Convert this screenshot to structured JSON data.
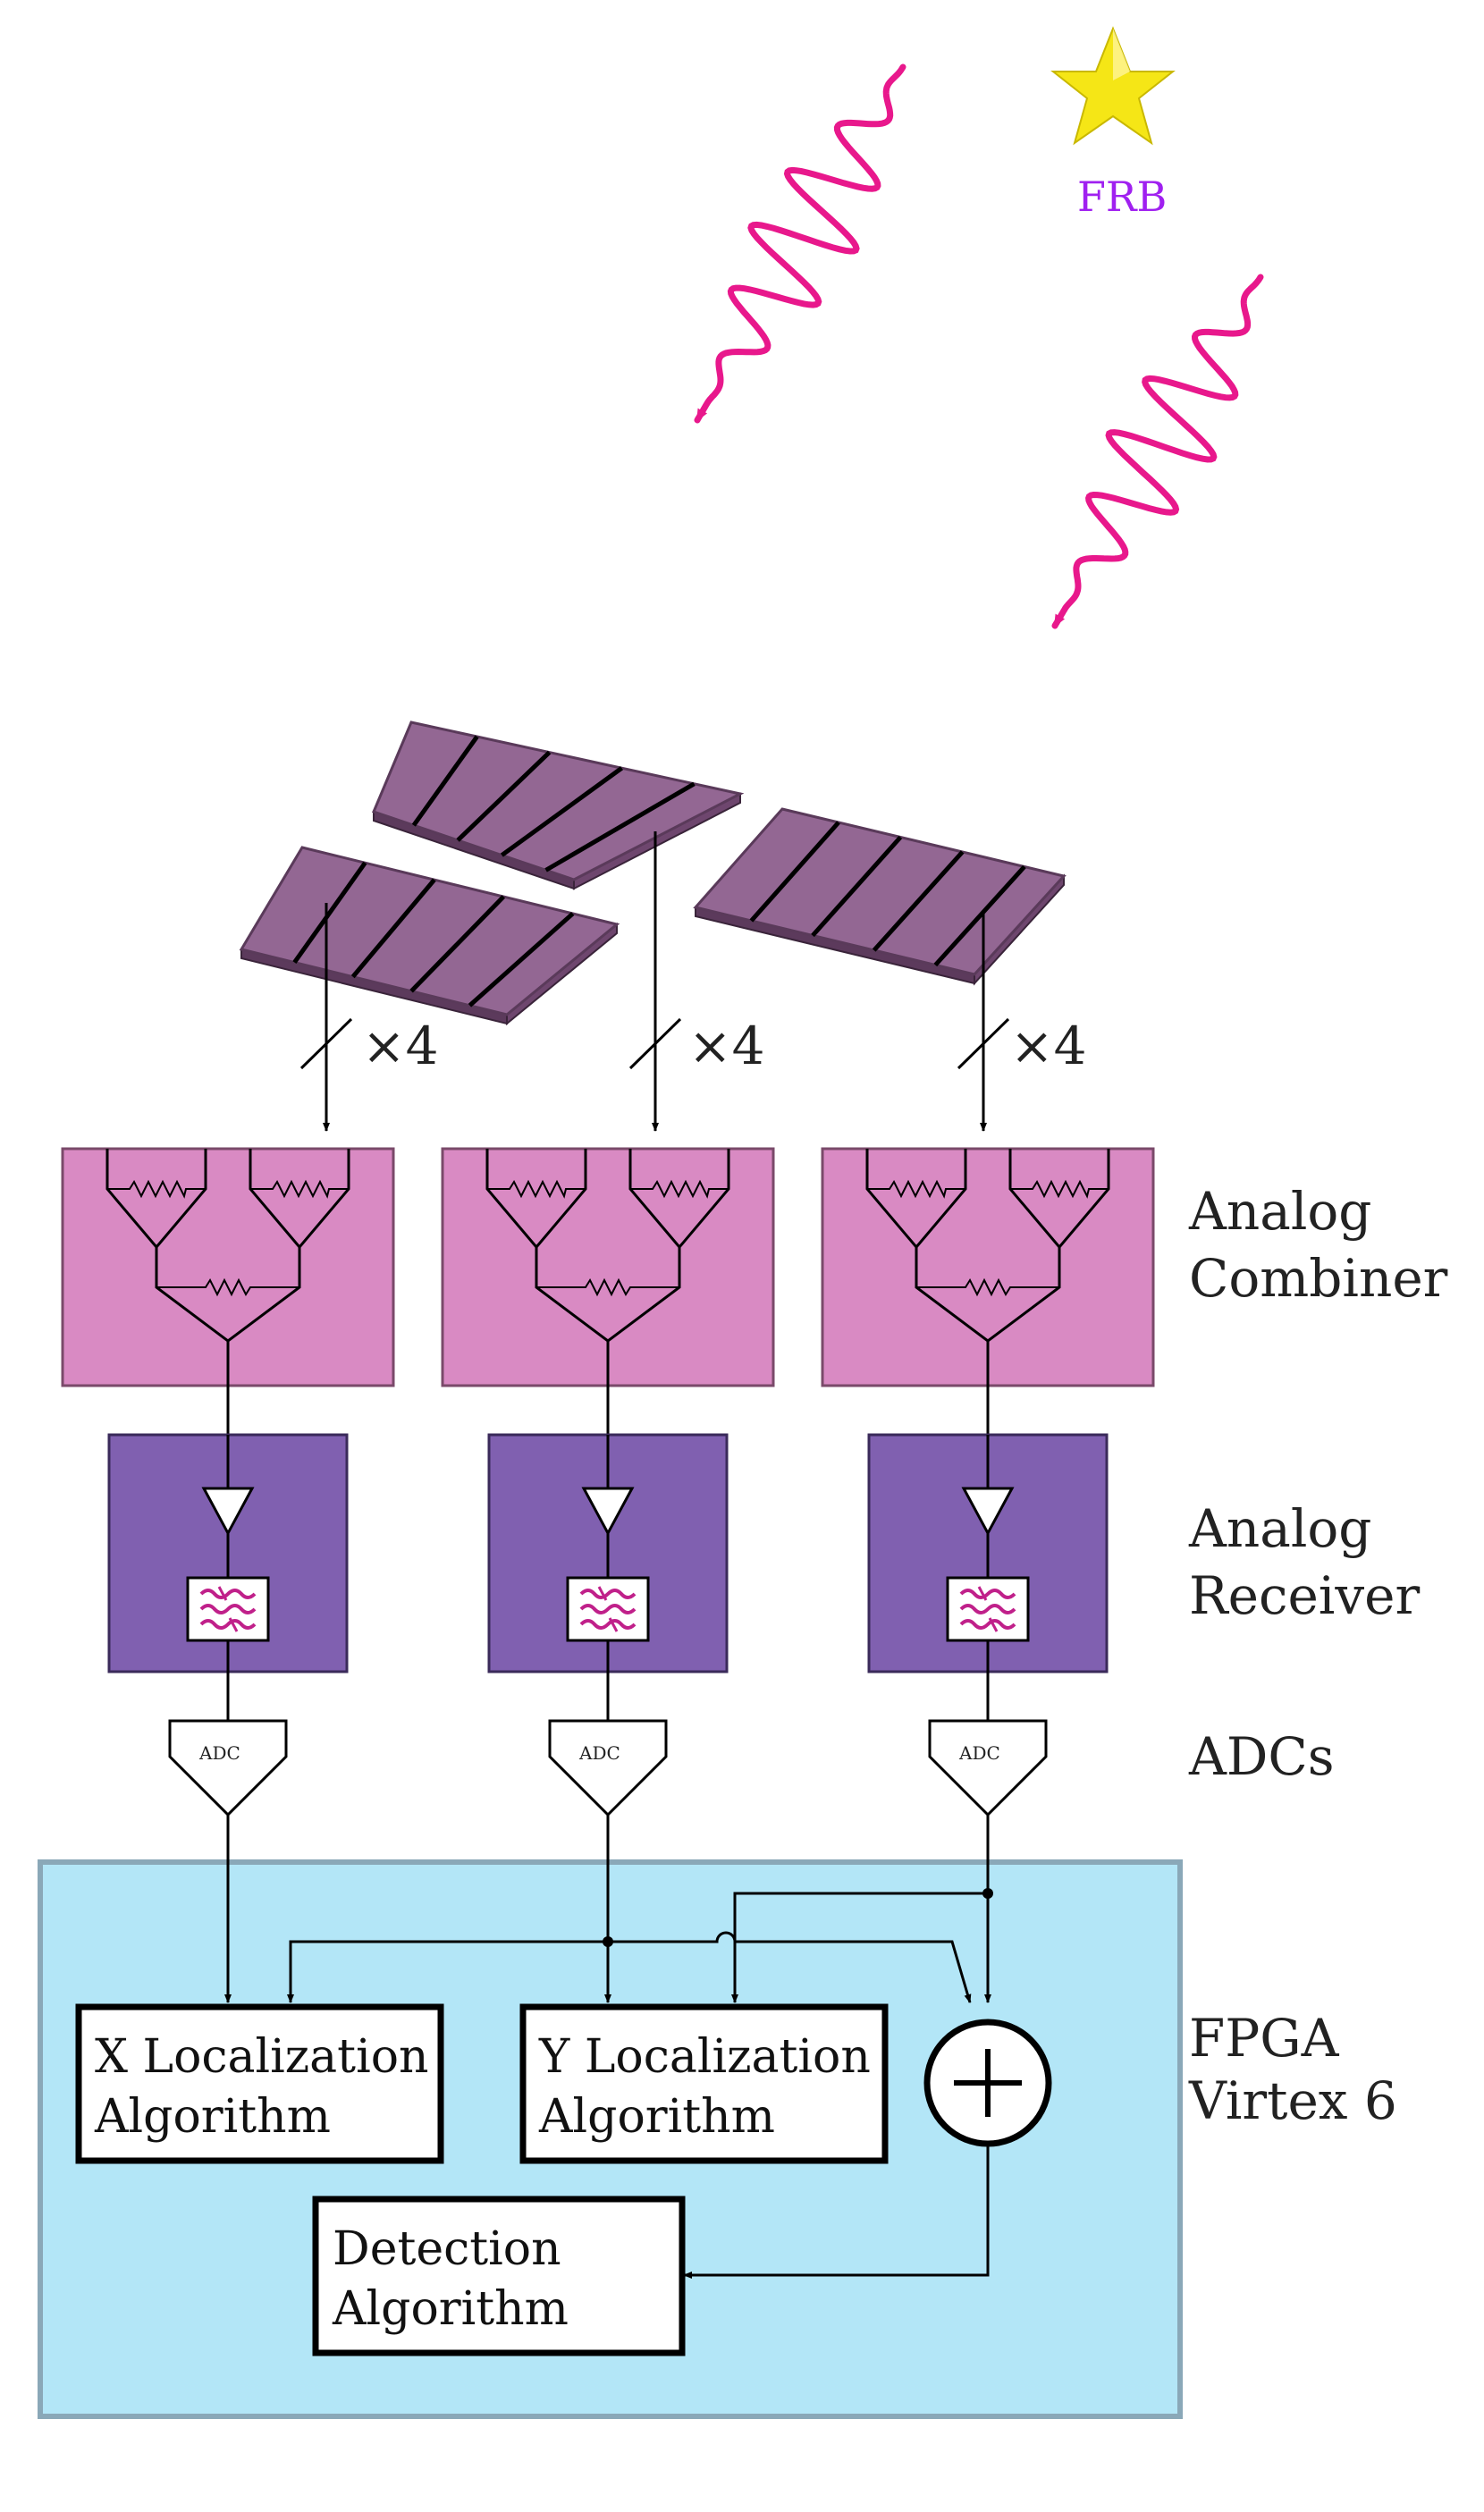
{
  "frb_label": "FRB",
  "multiplier_label": "×4",
  "side_labels": {
    "combiner_1": "Analog",
    "combiner_2": "Combiner",
    "receiver_1": "Analog",
    "receiver_2": "Receiver",
    "adcs": "ADCs",
    "fpga_1": "FPGA",
    "fpga_2": "Virtex 6"
  },
  "adc_label": "ADC",
  "algorithms": {
    "x_line1": "X Localization",
    "x_line2": "Algorithm",
    "y_line1": "Y Localization",
    "y_line2": "Algorithm",
    "d_line1": "Detection",
    "d_line2": "Algorithm"
  },
  "colors": {
    "wave": "#e8188c",
    "star": "#f5e616",
    "frb_text": "#a020f0",
    "panel": "#8a5a8a",
    "combiner": "#d98ac3",
    "receiver": "#8060b0",
    "fpga_bg": "#b3e6f7",
    "filter_glyph": "#c0208a"
  }
}
